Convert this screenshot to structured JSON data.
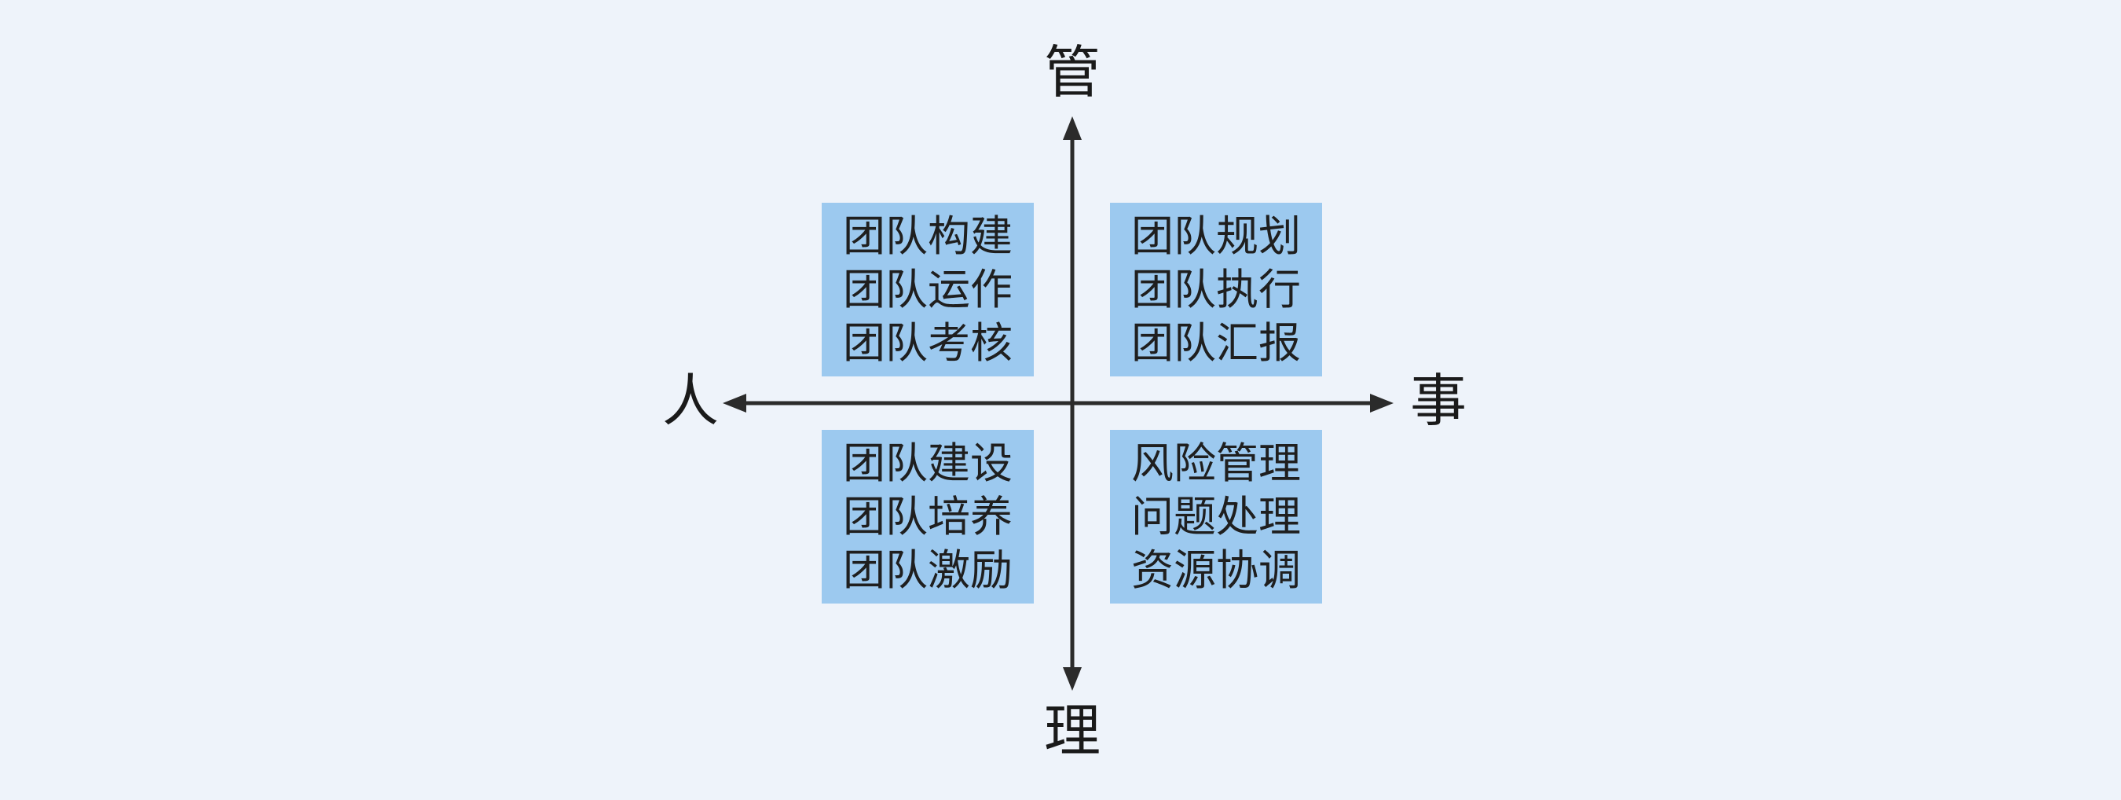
{
  "diagram": {
    "type": "quadrant",
    "background_color": "#eef3fa",
    "box_color": "#9cc9ef",
    "axis_color": "#2b2b2b",
    "text_color": "#1f1f1f"
  },
  "axis": {
    "top_label": "管",
    "bottom_label": "理",
    "left_label": "人",
    "right_label": "事"
  },
  "quadrants": [
    {
      "position": "top-left",
      "items": [
        "团队构建",
        "团队运作",
        "团队考核"
      ]
    },
    {
      "position": "top-right",
      "items": [
        "团队规划",
        "团队执行",
        "团队汇报"
      ]
    },
    {
      "position": "bottom-left",
      "items": [
        "团队建设",
        "团队培养",
        "团队激励"
      ]
    },
    {
      "position": "bottom-right",
      "items": [
        "风险管理",
        "问题处理",
        "资源协调"
      ]
    }
  ]
}
